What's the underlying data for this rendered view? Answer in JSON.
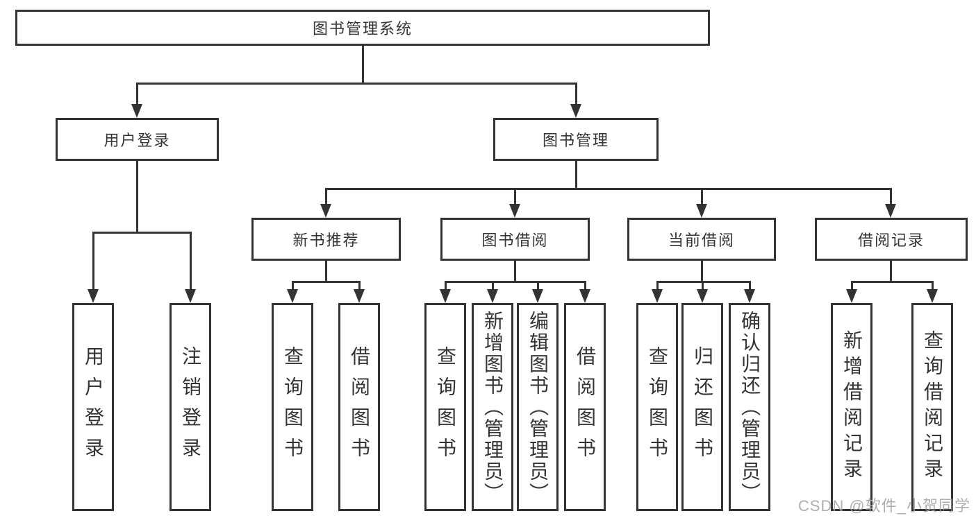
{
  "diagram": {
    "type": "functional-structure-tree",
    "tree": {
      "label": "图书管理系统",
      "children": [
        {
          "label": "用户登录",
          "children": [
            {
              "label": "用户登录"
            },
            {
              "label": "注销登录"
            }
          ]
        },
        {
          "label": "图书管理",
          "children": [
            {
              "label": "新书推荐",
              "children": [
                {
                  "label": "查询图书"
                },
                {
                  "label": "借阅图书"
                }
              ]
            },
            {
              "label": "图书借阅",
              "children": [
                {
                  "label": "查询图书"
                },
                {
                  "label": "新增图书（管理员）"
                },
                {
                  "label": "编辑图书（管理员）"
                },
                {
                  "label": "借阅图书"
                }
              ]
            },
            {
              "label": "当前借阅",
              "children": [
                {
                  "label": "查询图书"
                },
                {
                  "label": "归还图书"
                },
                {
                  "label": "确认归还（管理员）"
                }
              ]
            },
            {
              "label": "借阅记录",
              "children": [
                {
                  "label": "新增借阅记录"
                },
                {
                  "label": "查询借阅记录"
                }
              ]
            }
          ]
        }
      ]
    },
    "line_color": "#333333",
    "box_fill": "#ffffff"
  },
  "watermark": {
    "text": "CSDN @软件_小贺同学"
  }
}
